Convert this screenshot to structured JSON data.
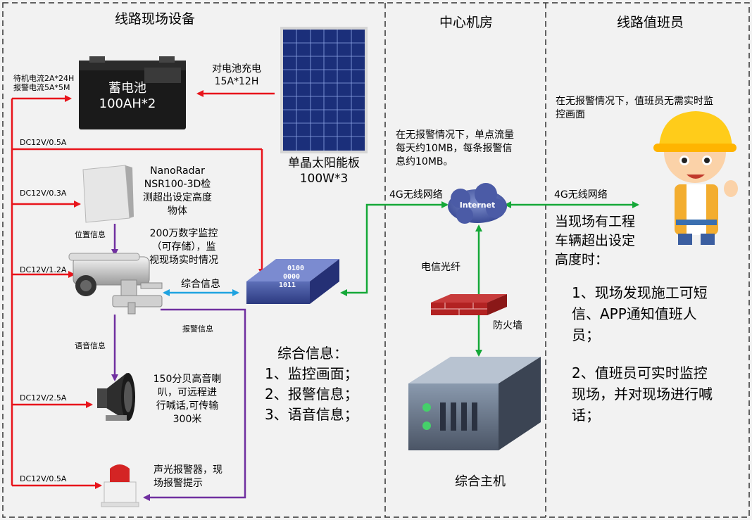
{
  "sections": {
    "field": "线路现场设备",
    "center": "中心机房",
    "duty": "线路值班员"
  },
  "battery": {
    "standby": "待机电流2A*24H",
    "alarm": "报警电流5A*5M",
    "name": "蓄电池",
    "spec": "100AH*2",
    "charge_line1": "对电池充电",
    "charge_line2": "15A*12H"
  },
  "solar": {
    "name": "单晶太阳能板",
    "spec": "100W*3"
  },
  "power_lines": {
    "l1": "DC12V/0.5A",
    "l2": "DC12V/0.3A",
    "l3": "DC12V/1.2A",
    "l4": "DC12V/2.5A",
    "l5": "DC12V/0.5A"
  },
  "radar": {
    "line1": "NanoRadar",
    "line2": "NSR100-3D检",
    "line3": "测超出设定高度",
    "line4": "物体"
  },
  "camera": {
    "line1": "200万数字监控",
    "line2": "（可存储），监",
    "line3": "视现场实时情况"
  },
  "labels": {
    "position": "位置信息",
    "combined": "综合信息",
    "alarm_info": "报警信息",
    "voice_info": "语音信息",
    "g4_left": "4G无线网络",
    "g4_right": "4G无线网络",
    "fiber": "电信光纤",
    "firewall": "防火墙",
    "internet": "Internet",
    "switch_top": "0100",
    "switch_mid": "0000",
    "switch_bot": "1011"
  },
  "speaker": {
    "line1": "150分贝高音喇",
    "line2": "叭，可远程进",
    "line3": "行喊话,可传输",
    "line4": "300米"
  },
  "siren": {
    "line1": "声光报警器，现",
    "line2": "场报警提示"
  },
  "combined_info": {
    "title": "综合信息：",
    "i1": "1、监控画面；",
    "i2": "2、报警信息；",
    "i3": "3、语音信息；"
  },
  "traffic_note": {
    "line1": "在无报警情况下，单点流量",
    "line2": "每天约10MB，每条报警信",
    "line3": "息约10MB。"
  },
  "host": {
    "name": "综合主机"
  },
  "duty_note": {
    "line1": "在无报警情况下，值班员无需实时监",
    "line2": "控画面"
  },
  "duty_trigger": {
    "line1": "当现场有工程",
    "line2": "车辆超出设定",
    "line3": "高度时："
  },
  "duty_actions": {
    "a1_line1": "1、现场发现施工可短",
    "a1_line2": "信、APP通知值班人",
    "a1_line3": "员；",
    "a2_line1": "2、值班员可实时监控",
    "a2_line2": "现场，并对现场进行喊",
    "a2_line3": "话；"
  },
  "colors": {
    "power": "#e8141b",
    "data": "#15a838",
    "combined": "#1fa3e0",
    "signal": "#7030a0"
  }
}
